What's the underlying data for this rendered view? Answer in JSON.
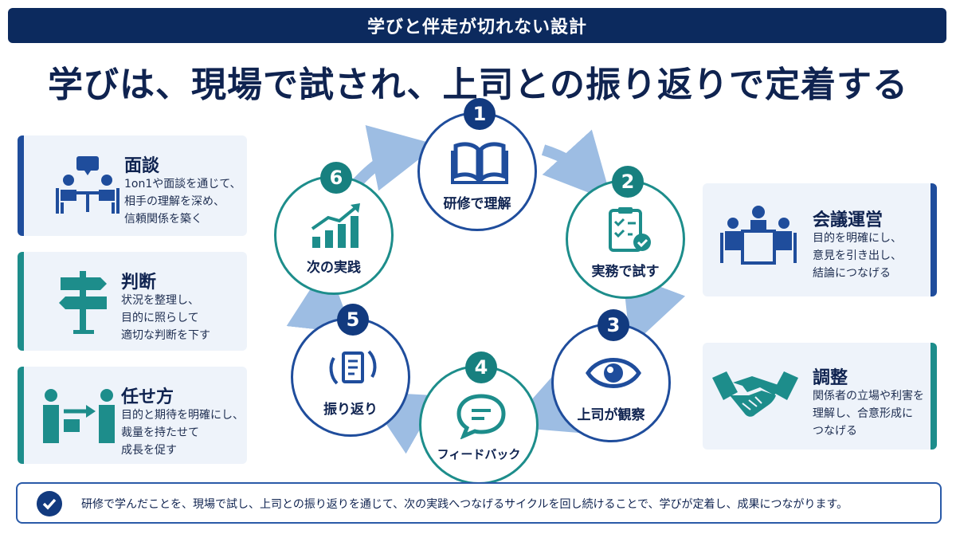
{
  "banner": "学びと伴走が切れない設計",
  "title": "学びは、現場で試され、上司との振り返りで定着する",
  "left_cards": [
    {
      "title": "面談",
      "desc": "1on1や面談を通じて、\n相手の理解を深め、\n信頼関係を築く",
      "icon": "meeting-people-icon",
      "accent": "#1f4d9c"
    },
    {
      "title": "判断",
      "desc": "状況を整理し、\n目的に照らして\n適切な判断を下す",
      "icon": "signpost-icon",
      "accent": "#1d8d8b"
    },
    {
      "title": "任せ方",
      "desc": "目的と期待を明確にし、\n裁量を持たせて\n成長を促す",
      "icon": "delegation-icon",
      "accent": "#1d8d8b"
    }
  ],
  "right_cards": [
    {
      "title": "会議運営",
      "desc": "目的を明確にし、\n意見を引き出し、\n結論につなげる",
      "icon": "conference-table-icon",
      "accent": "#1f4d9c"
    },
    {
      "title": "調整",
      "desc": "関係者の立場や利害を\n理解し、合意形成に\nつなげる",
      "icon": "handshake-icon",
      "accent": "#1d8d8b"
    }
  ],
  "steps": [
    {
      "number": "1",
      "label": "研修で理解",
      "icon": "open-book-icon",
      "color": "#1f4d9c"
    },
    {
      "number": "2",
      "label": "実務で試す",
      "icon": "clipboard-check-icon",
      "color": "#1d8d8b"
    },
    {
      "number": "3",
      "label": "上司が観察",
      "icon": "eye-icon",
      "color": "#1f4d9c"
    },
    {
      "number": "4",
      "label": "フィードバック",
      "icon": "chat-bubble-icon",
      "color": "#1d8d8b"
    },
    {
      "number": "5",
      "label": "振り返り",
      "icon": "reflection-document-icon",
      "color": "#1f4d9c"
    },
    {
      "number": "6",
      "label": "次の実践",
      "icon": "growth-chart-icon",
      "color": "#1d8d8b"
    }
  ],
  "summary": "研修で学んだことを、現場で試し、上司との振り返りを通じて、次の実践へつなげるサイクルを回し続けることで、学びが定着し、成果につながります。",
  "colors": {
    "navy": "#0c2a5e",
    "blue": "#1f4d9c",
    "teal": "#1d8d8b",
    "arrow": "#9dbde3",
    "card_bg": "#eef3fa"
  }
}
